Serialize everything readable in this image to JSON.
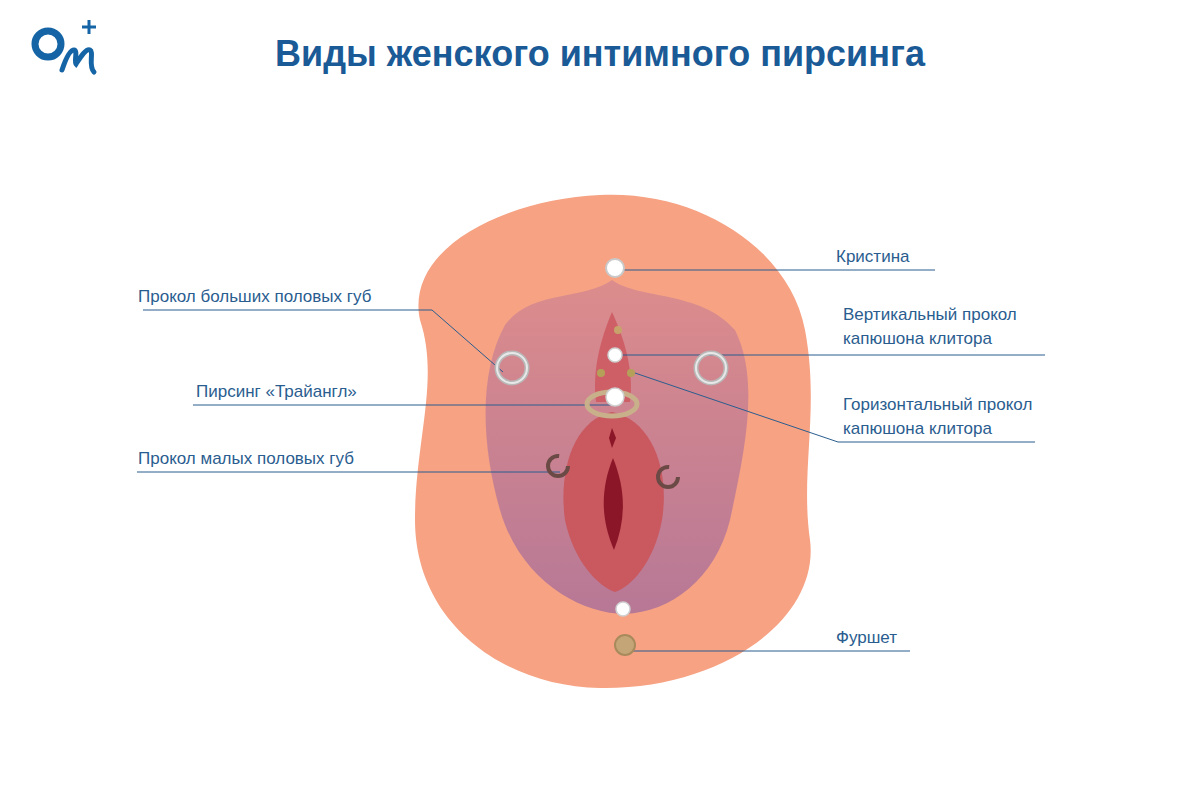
{
  "diagram": {
    "title": "Виды женского интимного пирсинга",
    "labels": [
      "Кристина",
      "Прокол больших половых губ",
      "Вертикальный прокол капюшона клитора",
      "Пирсинг «Трайангл»",
      "Горизонтальный прокол капюшона клитора",
      "Прокол малых половых губ",
      "Фуршет"
    ]
  }
}
